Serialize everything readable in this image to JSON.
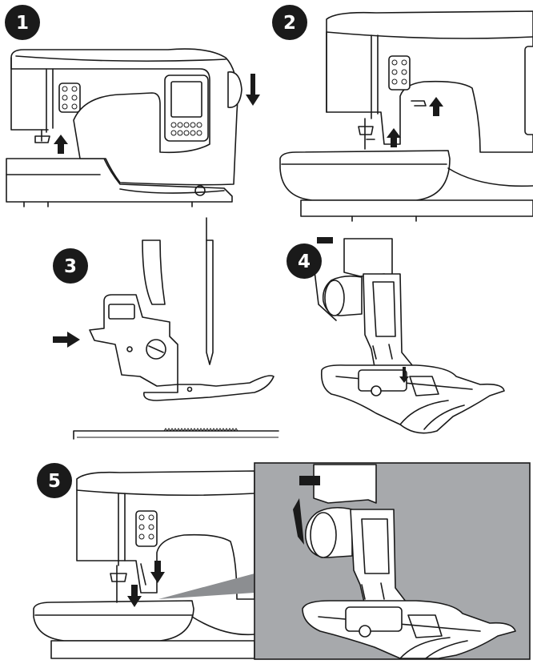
{
  "steps": [
    {
      "number": "1"
    },
    {
      "number": "2"
    },
    {
      "number": "3"
    },
    {
      "number": "4"
    },
    {
      "number": "5"
    }
  ],
  "colors": {
    "line": "#1a1a1a",
    "panel_background": "#a7a9ac",
    "badge": "#1a1a1a",
    "badge_text": "#ffffff"
  },
  "icons": [
    "sewing-machine",
    "presser-foot",
    "needle",
    "arrow-up",
    "arrow-down",
    "arrow-right"
  ]
}
